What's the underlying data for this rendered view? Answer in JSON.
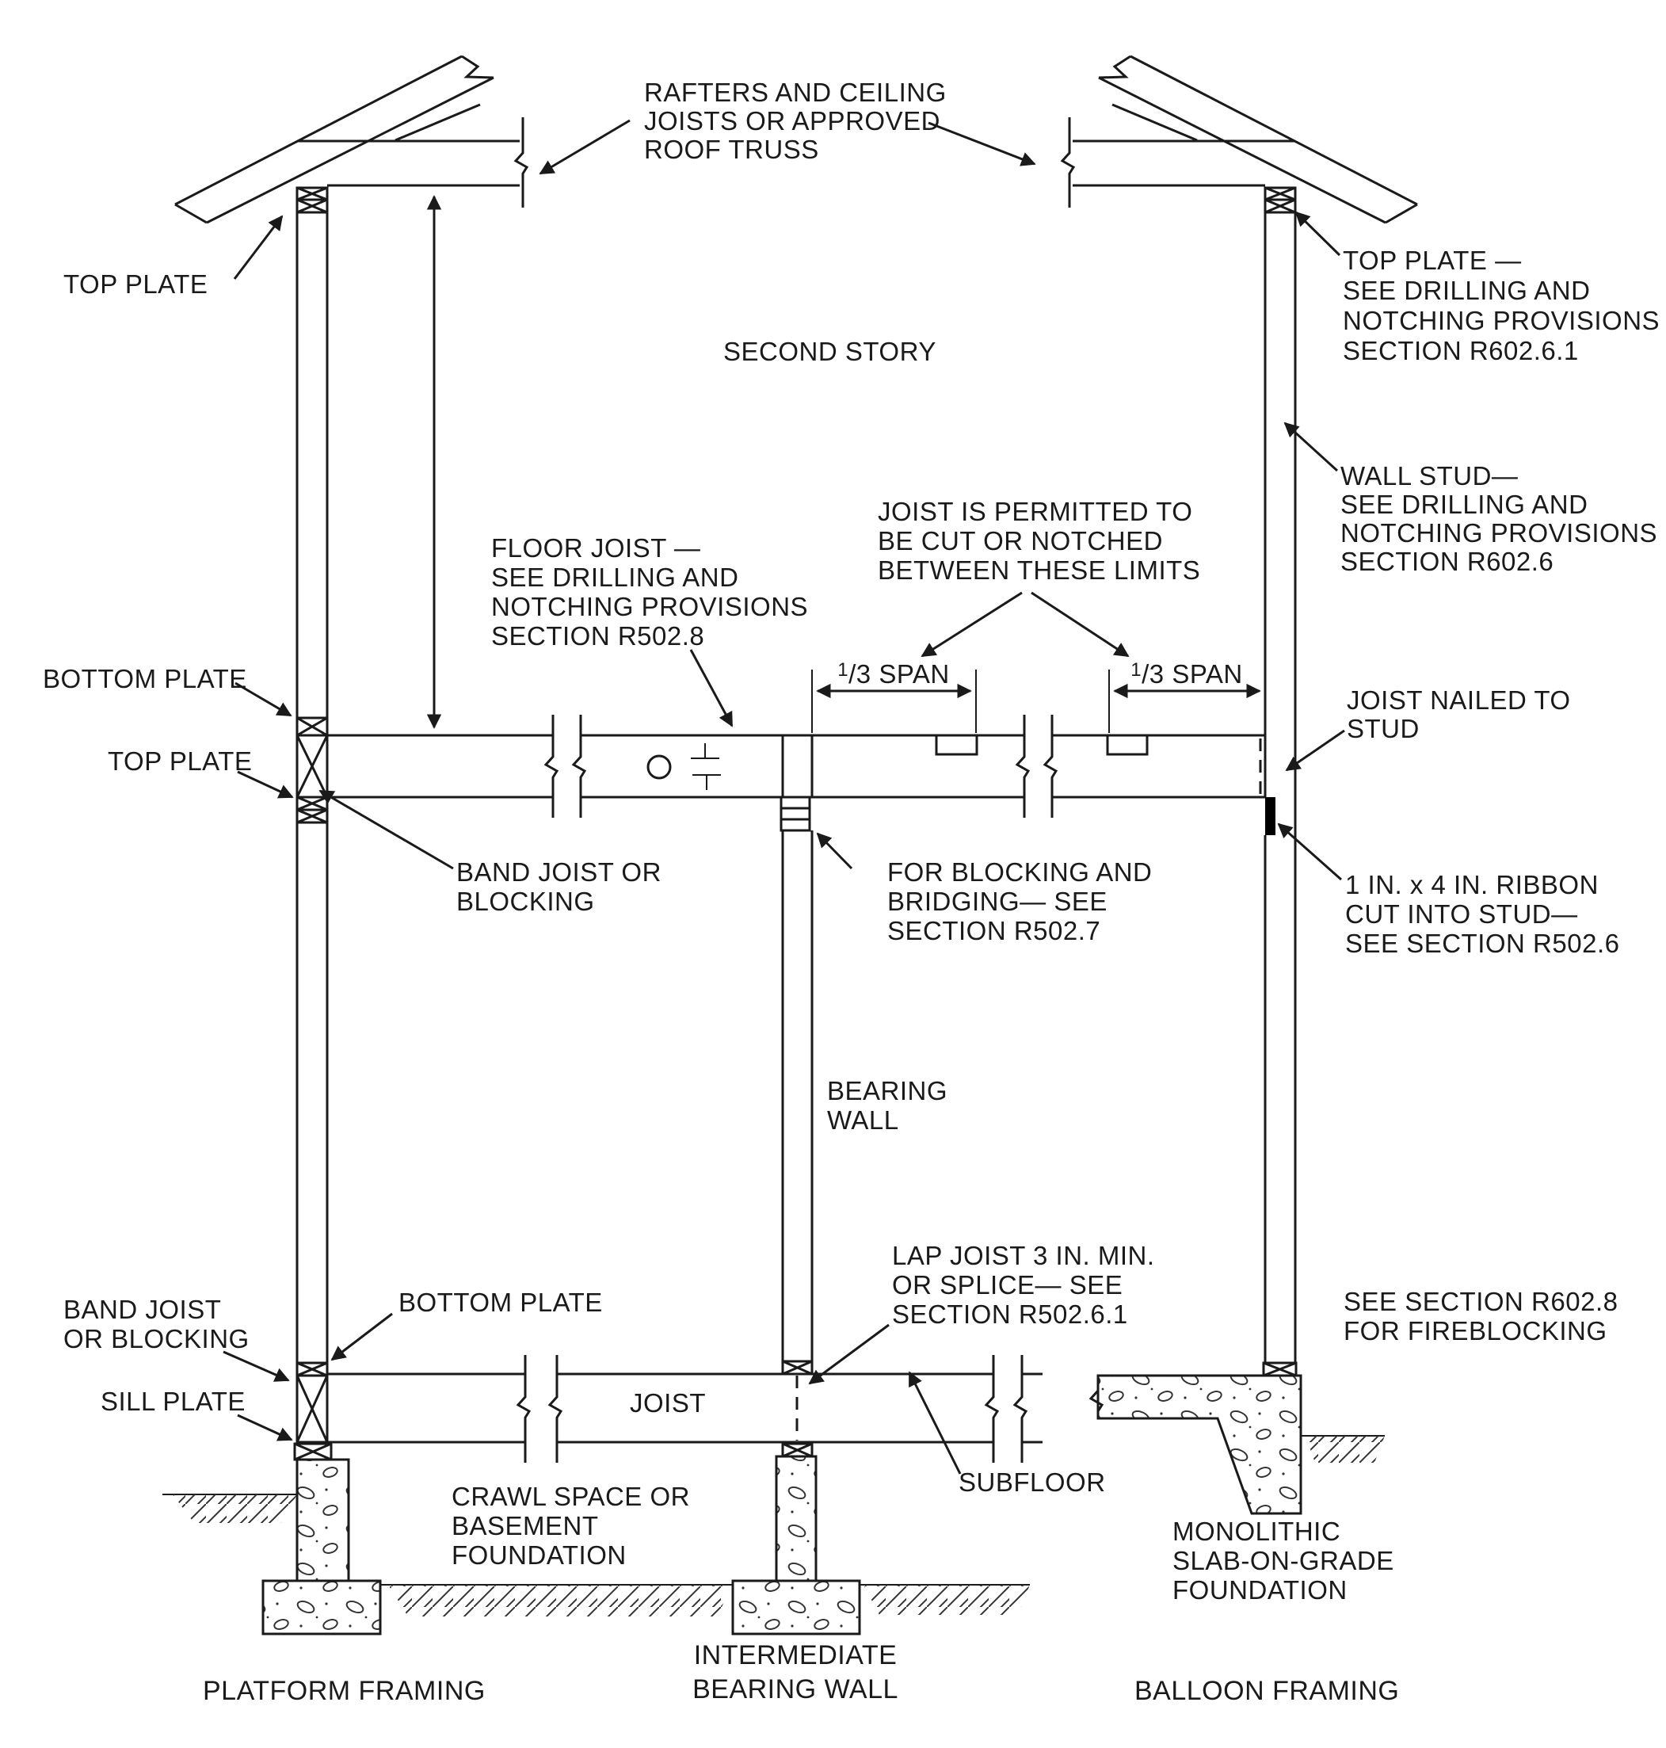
{
  "figure": {
    "title": "Wall and floor framing section diagram",
    "kind": "construction framing detail",
    "sections": [
      "PLATFORM FRAMING",
      "INTERMEDIATE BEARING WALL",
      "BALLOON FRAMING"
    ]
  },
  "colors": {
    "line": "#1a1a1a",
    "text": "#1a1a1a",
    "background": "#ffffff",
    "ribbon_fill": "#000000"
  },
  "labels": {
    "rafters": [
      "RAFTERS AND CEILING",
      "JOISTS OR APPROVED",
      "ROOF TRUSS"
    ],
    "top_plate_upper_left": "TOP PLATE",
    "second_story": "SECOND STORY",
    "top_plate_right": [
      "TOP PLATE —",
      "SEE DRILLING AND",
      "NOTCHING PROVISIONS",
      "SECTION R602.6.1"
    ],
    "wall_stud": [
      "WALL STUD—",
      "SEE DRILLING AND",
      "NOTCHING PROVISIONS",
      "SECTION R602.6"
    ],
    "floor_joist": [
      "FLOOR JOIST —",
      "SEE DRILLING AND",
      "NOTCHING PROVISIONS",
      "SECTION R502.8"
    ],
    "joist_permitted": [
      "JOIST IS PERMITTED TO",
      "BE CUT OR NOTCHED",
      "BETWEEN THESE LIMITS"
    ],
    "span_sup": "1",
    "span_rest": "/3 SPAN",
    "bottom_plate_2f": "BOTTOM PLATE",
    "top_plate_2f": "TOP PLATE",
    "band_joist_2f": [
      "BAND JOIST OR",
      "BLOCKING"
    ],
    "joist_nailed": [
      "JOIST NAILED TO",
      "STUD"
    ],
    "blocking": [
      "FOR BLOCKING AND",
      "BRIDGING— SEE",
      "SECTION R502.7"
    ],
    "ribbon": [
      "1 IN. x 4 IN. RIBBON",
      "CUT INTO STUD—",
      "SEE SECTION R502.6"
    ],
    "bearing_wall": [
      "BEARING",
      "WALL"
    ],
    "lap_joist": [
      "LAP JOIST 3 IN. MIN.",
      "OR SPLICE— SEE",
      "SECTION R502.6.1"
    ],
    "band_joist_1f": [
      "BAND JOIST",
      "OR BLOCKING"
    ],
    "bottom_plate_1f": "BOTTOM PLATE",
    "sill_plate": "SILL PLATE",
    "see_fireblocking": [
      "SEE SECTION R602.8",
      "FOR FIREBLOCKING"
    ],
    "joist": "JOIST",
    "crawl": [
      "CRAWL SPACE OR",
      "BASEMENT",
      "FOUNDATION"
    ],
    "subfloor": "SUBFLOOR",
    "monolithic": [
      "MONOLITHIC",
      "SLAB-ON-GRADE",
      "FOUNDATION"
    ],
    "platform_framing": "PLATFORM FRAMING",
    "intermediate": [
      "INTERMEDIATE",
      "BEARING WALL"
    ],
    "balloon_framing": "BALLOON FRAMING"
  }
}
